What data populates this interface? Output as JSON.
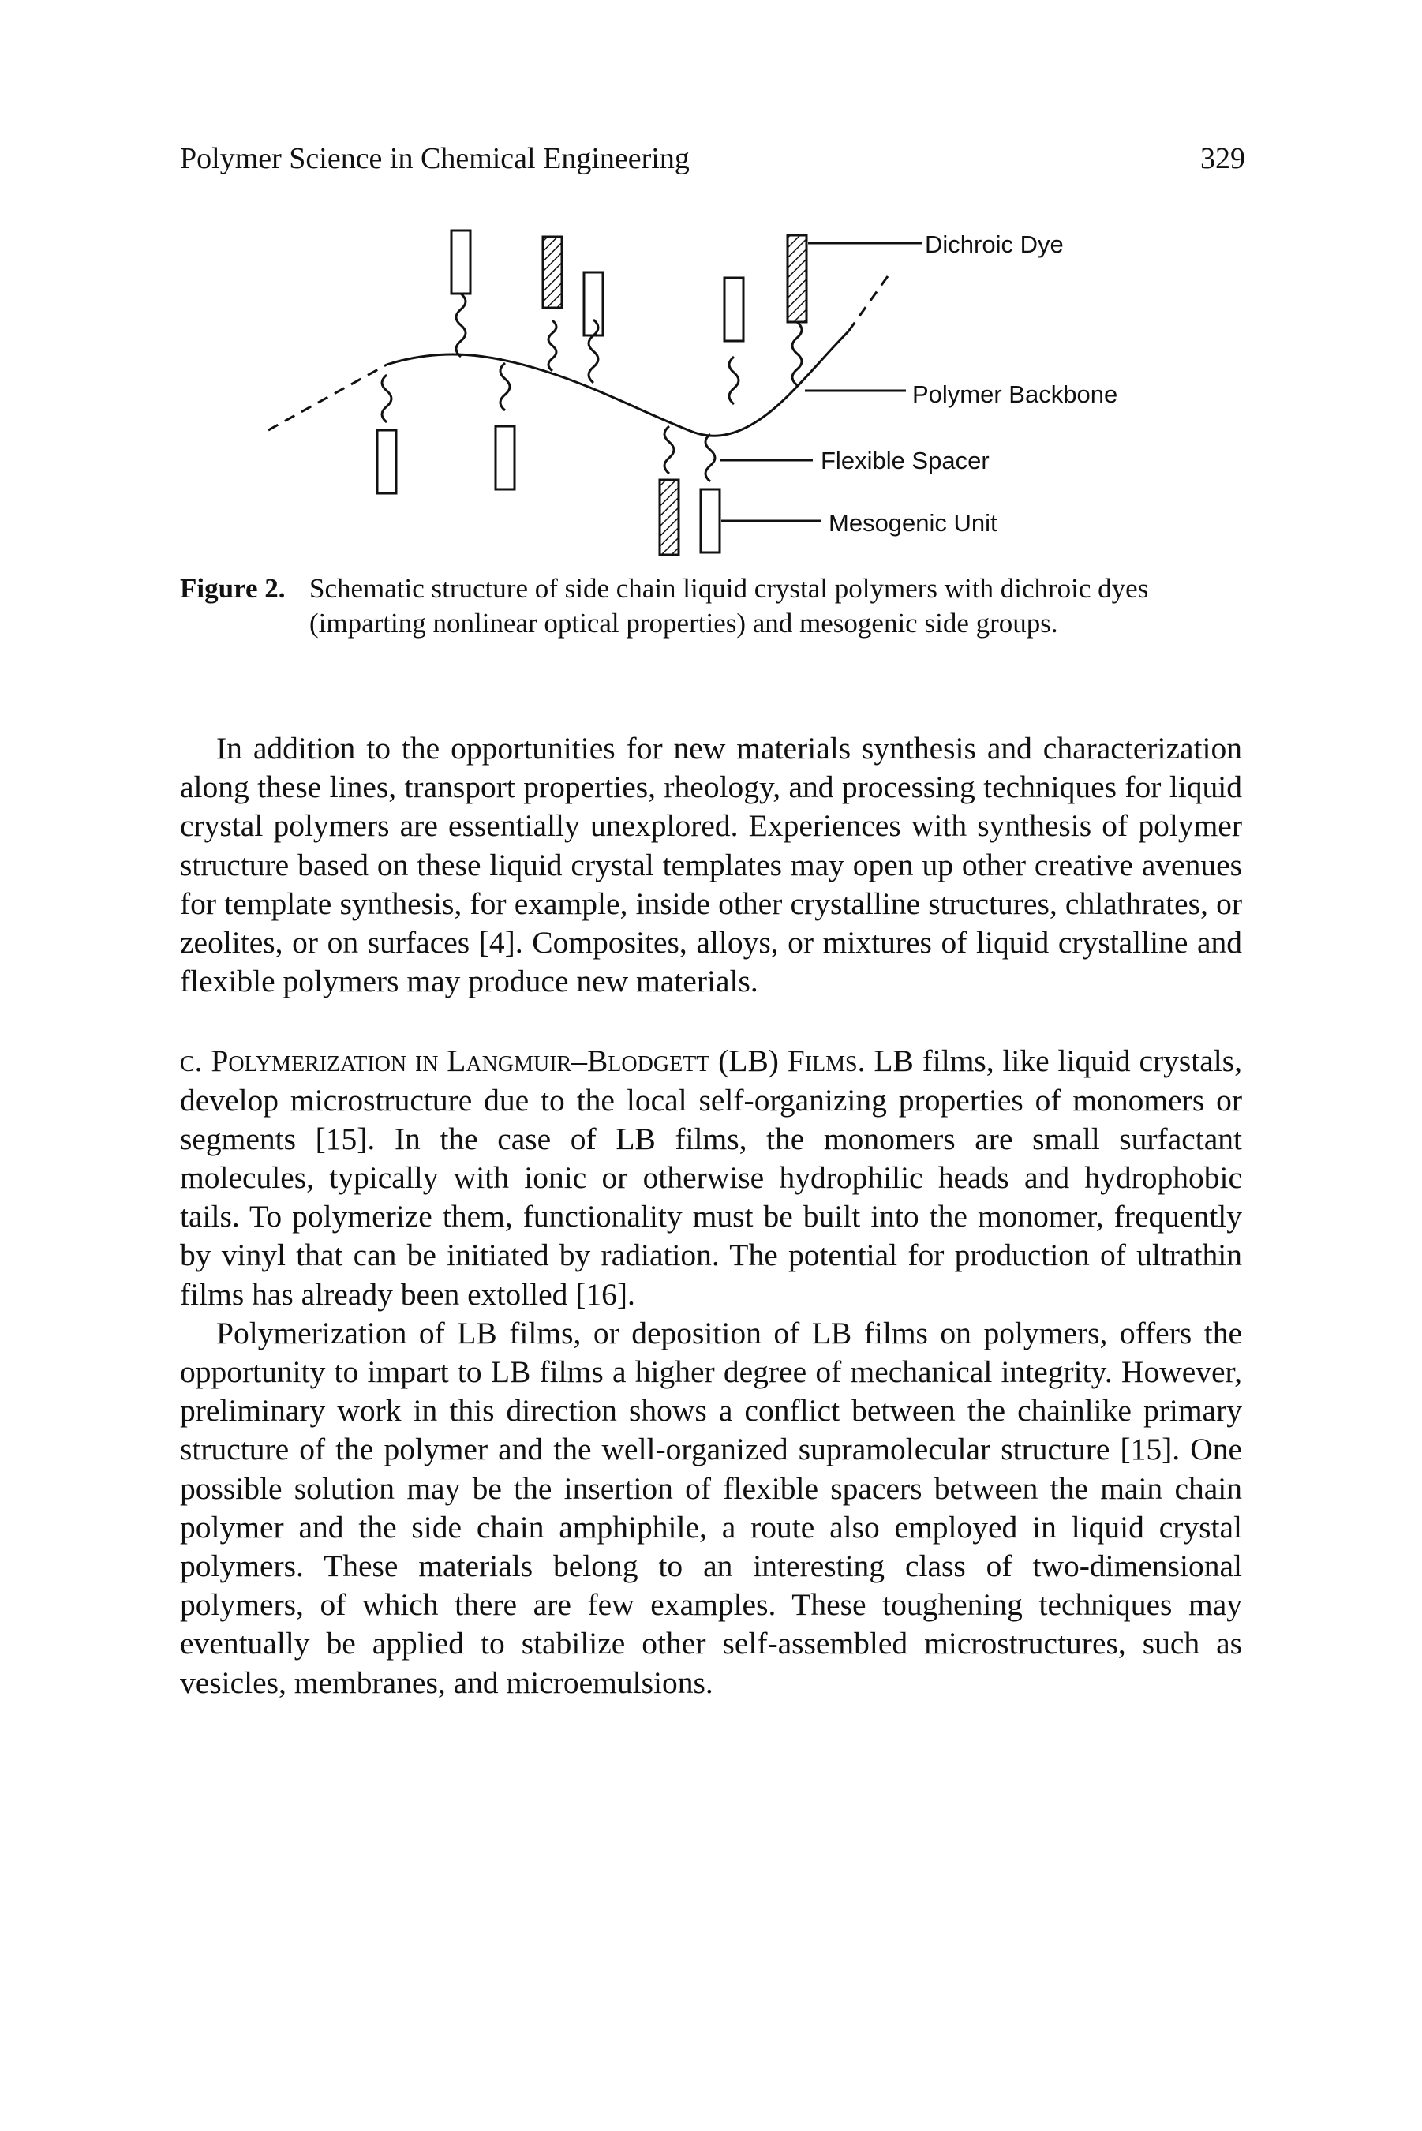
{
  "header": {
    "running_title": "Polymer Science in Chemical Engineering",
    "page_number": "329"
  },
  "figure": {
    "labels": {
      "dichroic_dye": "Dichroic Dye",
      "polymer_backbone": "Polymer Backbone",
      "flexible_spacer": "Flexible Spacer",
      "mesogenic_unit": "Mesogenic Unit"
    },
    "caption_label": "Figure 2.",
    "caption_text": "Schematic structure of side chain liquid crystal polymers with dichroic dyes (imparting nonlinear optical properties) and mesogenic side groups."
  },
  "body": {
    "paragraph_1": "In addition to the opportunities for new materials synthesis and characterization along these lines, transport properties, rheology, and processing techniques for liquid crystal polymers are essentially unexplored. Experiences with synthesis of polymer structure based on these liquid crystal templates may open up other creative avenues for template synthesis, for example, inside other crystalline structures, chlathrates, or zeolites, or on surfaces [4]. Composites, alloys, or mixtures of liquid crystalline and flexible polymers may produce new materials.",
    "section_c_heading": "c. Polymerization in Langmuir–Blodgett (LB) Films.",
    "section_c_text": "LB films, like liquid crystals, develop microstructure due to the local self-organizing properties of monomers or segments [15]. In the case of LB films, the monomers are small surfactant molecules, typically with ionic or otherwise hydrophilic heads and hydrophobic tails. To polymerize them, functionality must be built into the monomer, frequently by vinyl that can be initiated by radiation. The potential for production of ultrathin films has already been extolled [16].",
    "paragraph_3": "Polymerization of LB films, or deposition of LB films on polymers, offers the opportunity to impart to LB films a higher degree of mechanical integrity. However, preliminary work in this direction shows a conflict between the chainlike primary structure of the polymer and the well-organized supramolecular structure [15]. One possible solution may be the insertion of flexible spacers between the main chain polymer and the side chain amphiphile, a route also employed in liquid crystal polymers. These materials belong to an interesting class of two-dimensional polymers, of which there are few examples. These toughening techniques may eventually be applied to stabilize other self-assembled microstructures, such as vesicles, membranes, and microemulsions."
  }
}
